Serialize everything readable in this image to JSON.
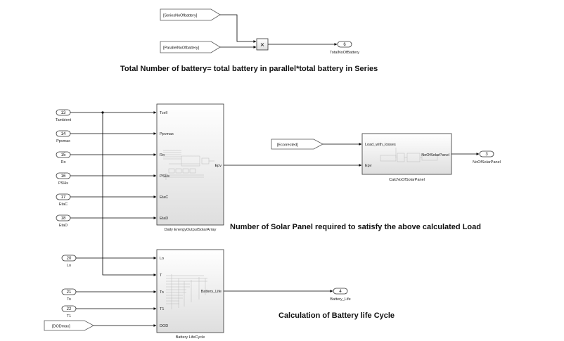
{
  "goto_tags": {
    "series": "[SeriesNoOfbattery]",
    "parallel": "[ParallelNoOfbattery]",
    "ecorrected": "[Ecorrected]",
    "dodmax": "[DODmax]"
  },
  "product": {
    "symbol": "×"
  },
  "outports": {
    "total": {
      "number": "6",
      "name": "TotalNoOfBattery"
    },
    "solar": {
      "number": "3",
      "name": "NoOfSolarPanel"
    },
    "battery_life": {
      "number": "4",
      "name": "Battery_Life"
    }
  },
  "inports": [
    {
      "number": "13",
      "name": "Tambient"
    },
    {
      "number": "14",
      "name": "Ppvmax"
    },
    {
      "number": "15",
      "name": "Ro"
    },
    {
      "number": "16",
      "name": "PSHs"
    },
    {
      "number": "17",
      "name": "EtaC"
    },
    {
      "number": "18",
      "name": "EtaD"
    },
    {
      "number": "20",
      "name": "Lo"
    },
    {
      "number": "21",
      "name": "To"
    },
    {
      "number": "22",
      "name": "T1"
    }
  ],
  "subsystems": {
    "solar_array": {
      "name": "Daily EnergyOutputSolarArray",
      "inputs": [
        "Tcell",
        "Ppvmax",
        "Ro",
        "PSHs",
        "EtaC",
        "EtaD"
      ],
      "output": "Epv"
    },
    "calc_panels": {
      "name": "CalcNoOfSolarPanel",
      "inputs": [
        "Load_with_losses",
        "Epv"
      ],
      "output": "NoOfSolarPanel"
    },
    "battery": {
      "name": "Battery LifeCycle",
      "inputs": [
        "Lo",
        "T",
        "To",
        "T1",
        "DOD"
      ],
      "output": "Battery_Life"
    }
  },
  "annotations": {
    "total_battery": "Total Number of battery= total battery in parallel*total battery in Series",
    "solar_panel": "Number of Solar Panel required to satisfy the above calculated Load",
    "battery_life": "Calculation of Battery life Cycle"
  }
}
